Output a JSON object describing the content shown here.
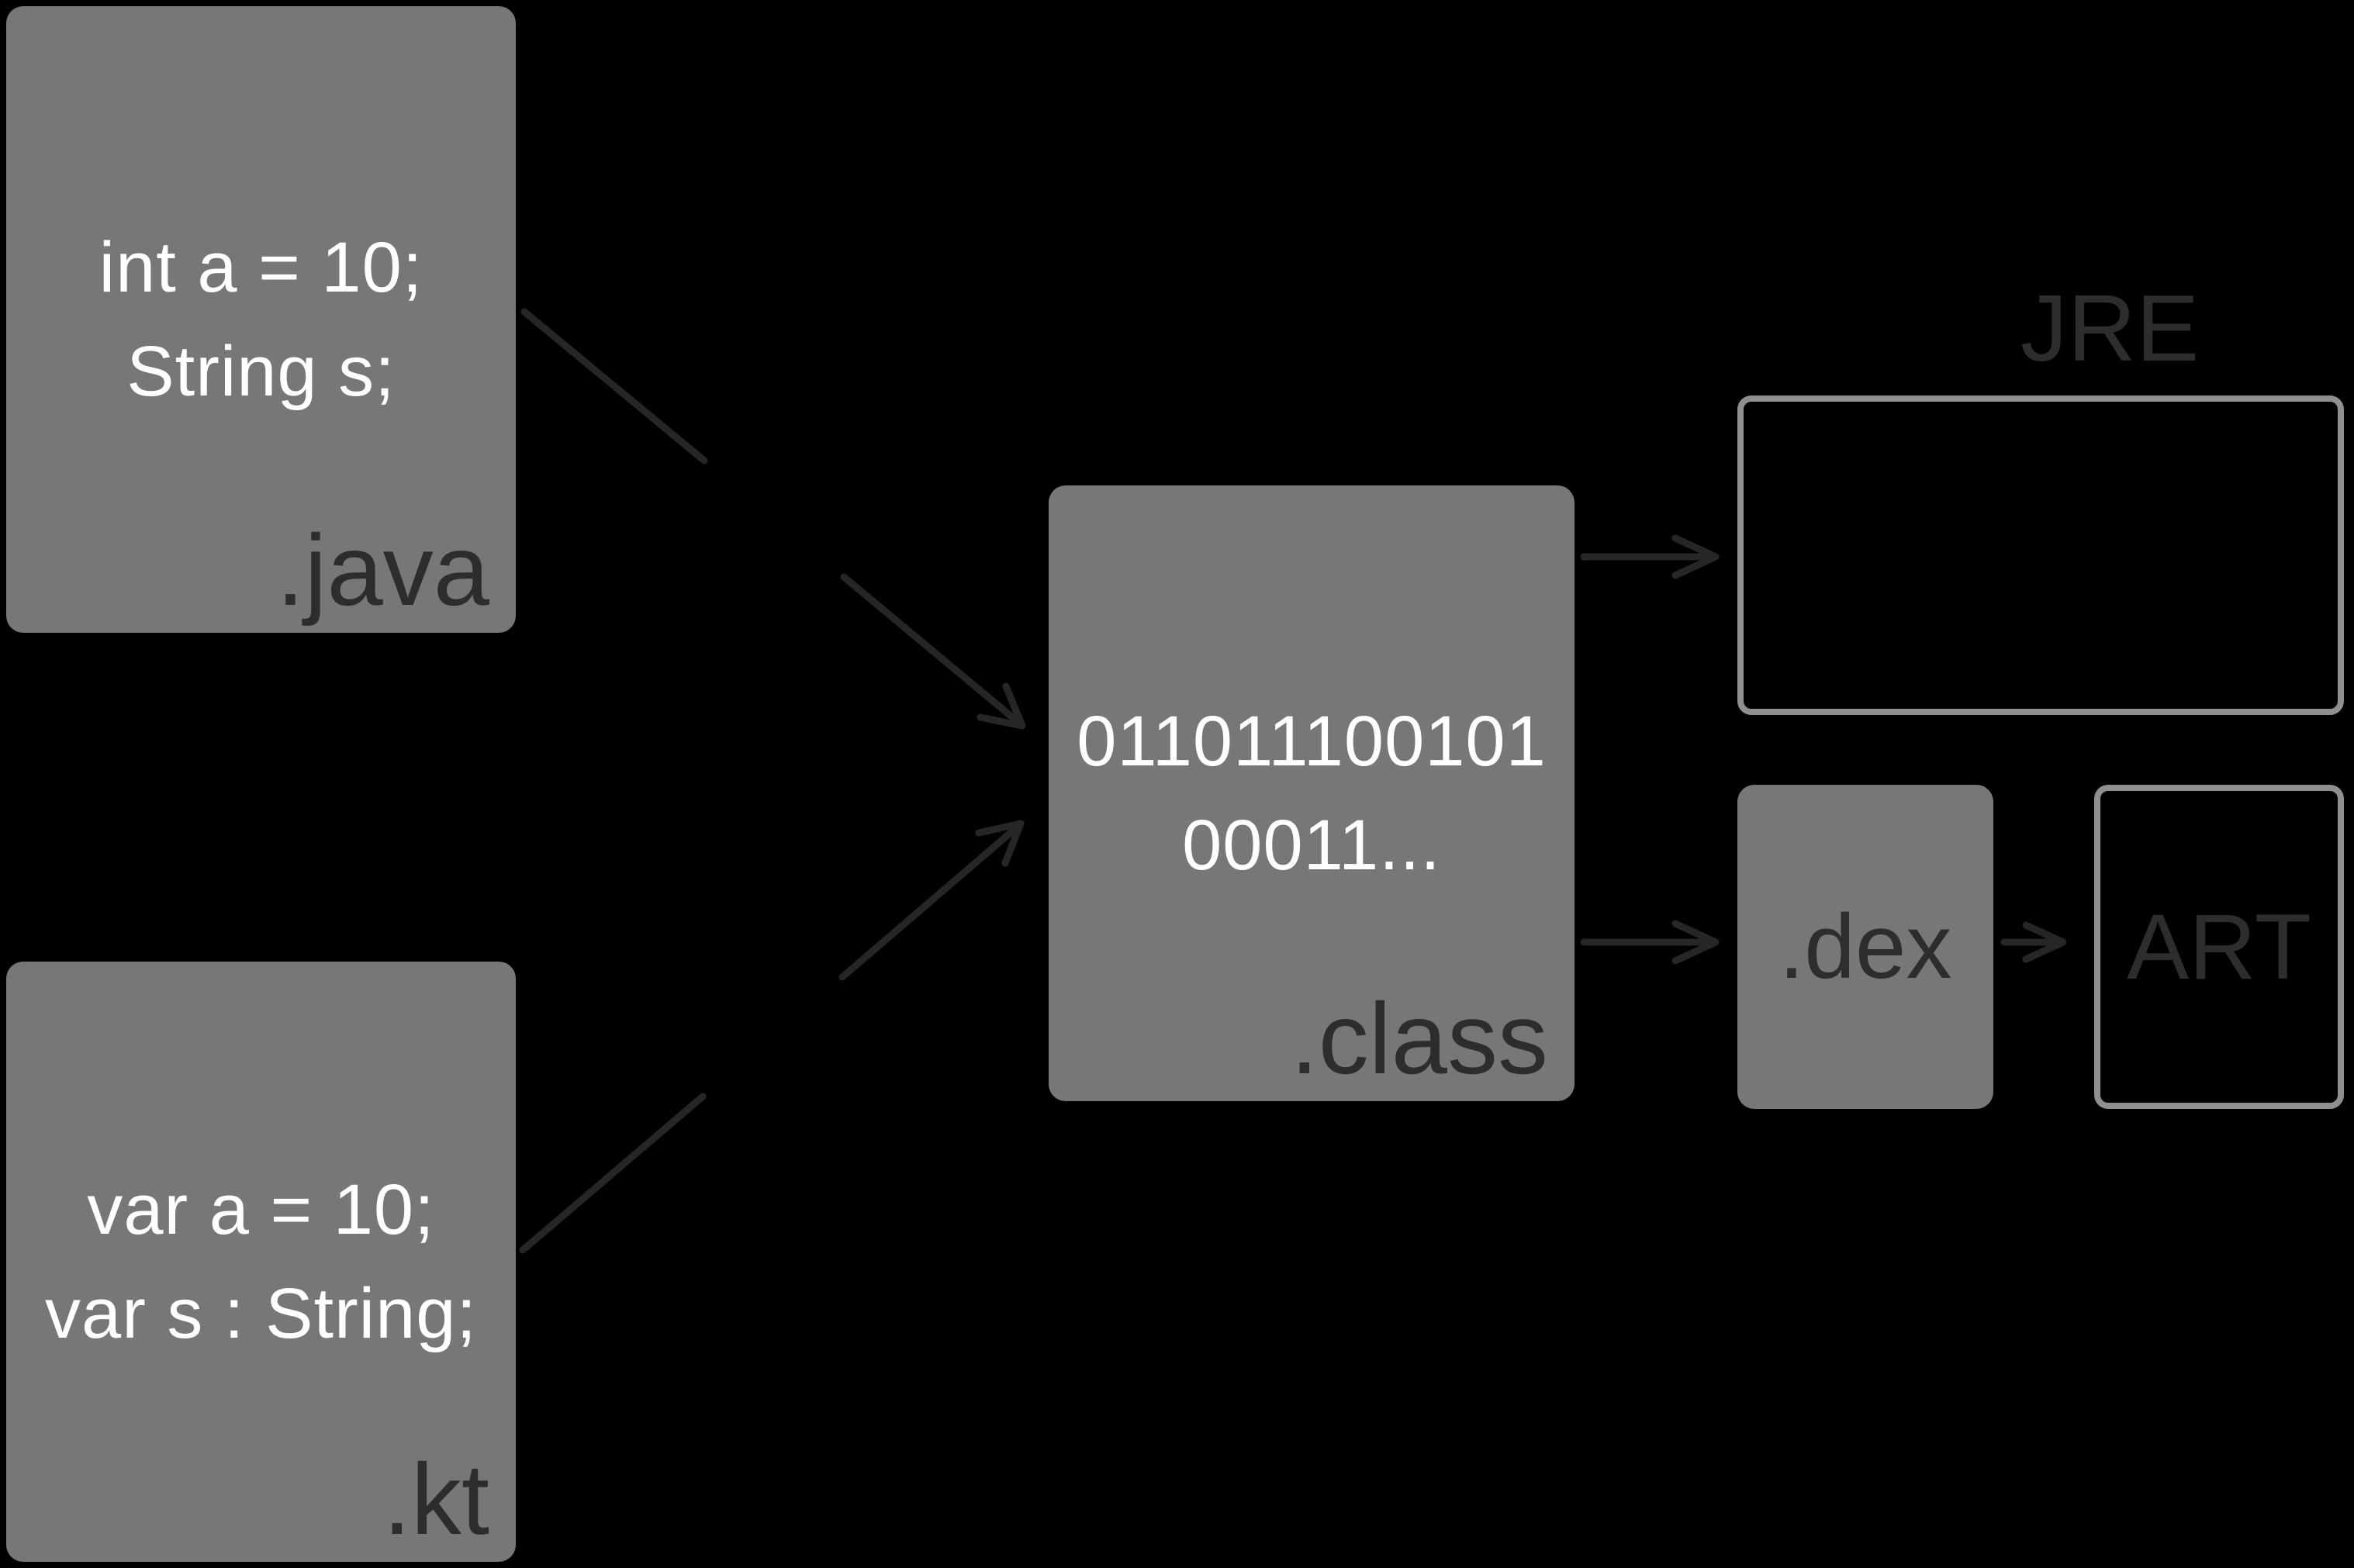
{
  "diagram": {
    "nodes": {
      "java": {
        "lines": [
          "int a = 10;",
          "String s;"
        ],
        "label": ".java"
      },
      "kt": {
        "lines": [
          "var a = 10;",
          "var s : String;"
        ],
        "label": ".kt"
      },
      "class": {
        "lines": [
          "011011100101",
          "00011..."
        ],
        "label": ".class"
      },
      "jre": {
        "label": "JRE"
      },
      "dex": {
        "label": ".dex"
      },
      "art": {
        "label": "ART"
      }
    },
    "connections": [
      {
        "from": "java",
        "to": "class"
      },
      {
        "from": "kt",
        "to": "class"
      },
      {
        "from": "class",
        "to": "jre"
      },
      {
        "from": "class",
        "to": "dex"
      },
      {
        "from": "dex",
        "to": "art"
      }
    ],
    "colors": {
      "background": "#000000",
      "node_fill": "#777777",
      "code_text": "#ffffff",
      "label_text": "#2d2d2d",
      "outline": "#8f8f8f",
      "arrow": "#262626"
    }
  }
}
